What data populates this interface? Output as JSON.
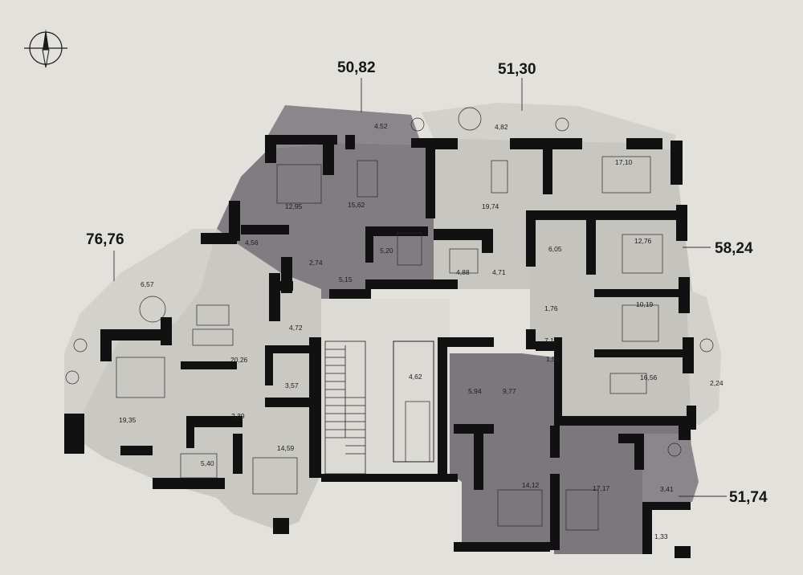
{
  "compass": {
    "icon": "north-arrow-icon"
  },
  "apartment_totals": [
    {
      "id": "apt-west",
      "area": "76,76"
    },
    {
      "id": "apt-north-west",
      "area": "50,82"
    },
    {
      "id": "apt-north",
      "area": "51,30"
    },
    {
      "id": "apt-east",
      "area": "58,24"
    },
    {
      "id": "apt-south-east",
      "area": "51,74"
    }
  ],
  "rooms": {
    "apt_north_west": [
      "4,52",
      "12,95",
      "15,62",
      "4,56",
      "2,74",
      "5,20",
      "5,15"
    ],
    "apt_north": [
      "4,82",
      "17,10",
      "19,74",
      "4,88",
      "4,71"
    ],
    "apt_east": [
      "6,05",
      "12,76",
      "1,76",
      "10,19",
      "7,12",
      "1,56",
      "16,56",
      "2,24"
    ],
    "apt_west": [
      "6,57",
      "4,72",
      "20,26",
      "3,57",
      "19,35",
      "2,39",
      "5,40",
      "14,59"
    ],
    "core": [
      "4,62"
    ],
    "apt_south": [
      "5,94",
      "9,77",
      "14,12",
      "17,17",
      "3,41",
      "1,33"
    ]
  },
  "colors": {
    "background": "#e3e1dc",
    "dark_unit": "#807c82",
    "light_unit": "#c7c6c0",
    "wall": "#111111"
  }
}
